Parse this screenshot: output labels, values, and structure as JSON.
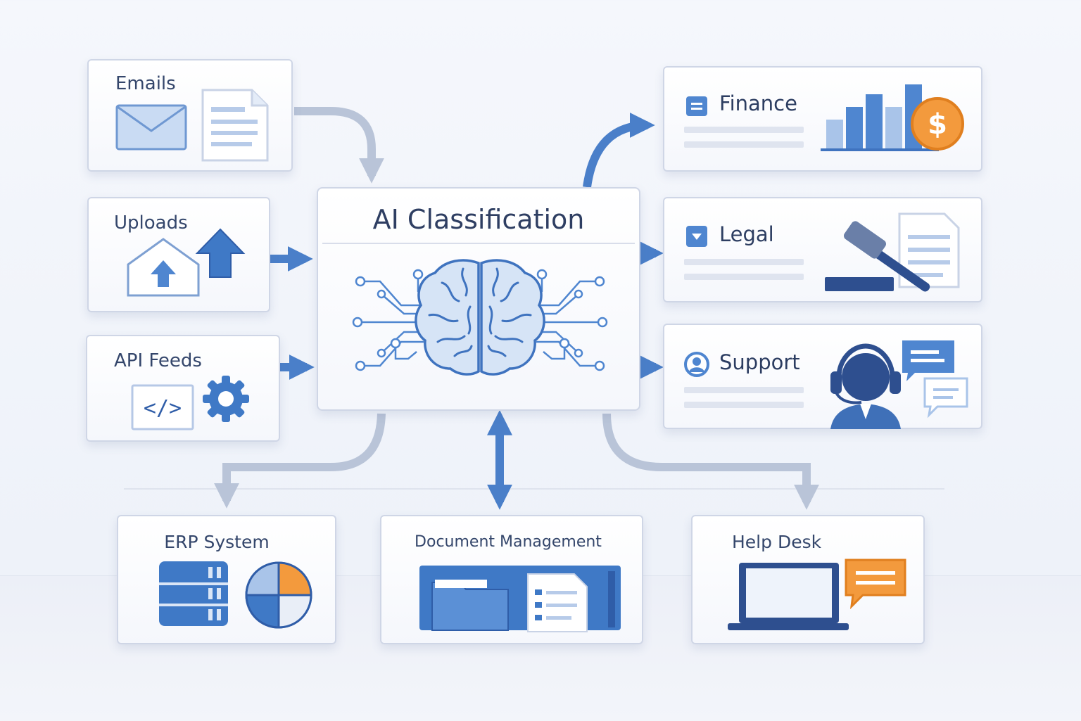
{
  "diagram": {
    "center": {
      "title": "AI Classification"
    },
    "sources": [
      {
        "id": "emails",
        "label": "Emails",
        "icon": "envelope-icon"
      },
      {
        "id": "uploads",
        "label": "Uploads",
        "icon": "upload-icon"
      },
      {
        "id": "api-feeds",
        "label": "API Feeds",
        "icon": "code-gear-icon"
      }
    ],
    "categories": [
      {
        "id": "finance",
        "label": "Finance",
        "icon": "bar-chart-dollar-icon"
      },
      {
        "id": "legal",
        "label": "Legal",
        "icon": "gavel-icon"
      },
      {
        "id": "support",
        "label": "Support",
        "icon": "headset-agent-icon"
      }
    ],
    "systems": [
      {
        "id": "erp-system",
        "label": "ERP System",
        "icon": "database-pie-icon"
      },
      {
        "id": "document-management",
        "label": "Document Management",
        "icon": "folder-documents-icon"
      },
      {
        "id": "help-desk",
        "label": "Help Desk",
        "icon": "laptop-chat-icon"
      }
    ],
    "colors": {
      "primary": "#4a7fc9",
      "primary_dark": "#2f5da8",
      "light": "#a9c4e9",
      "connector_gray": "#b9c4d8",
      "accent_orange": "#f39a3d",
      "text": "#2f4163"
    }
  }
}
